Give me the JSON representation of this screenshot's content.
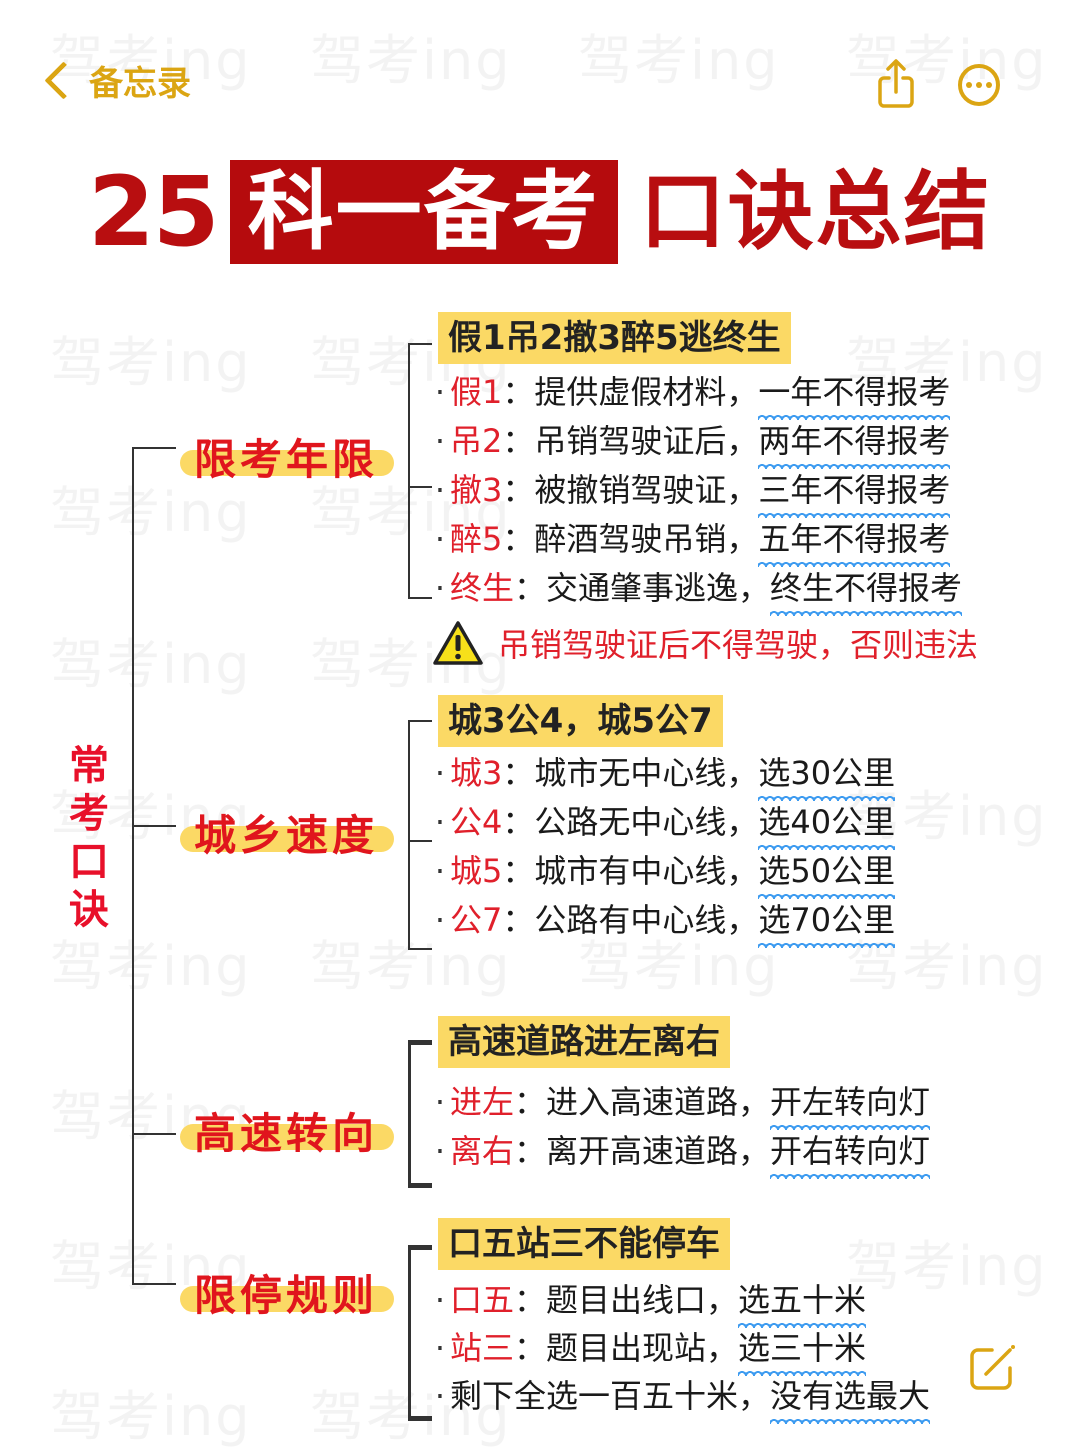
{
  "watermark": "驾考ing",
  "nav": {
    "back_label": "备忘录",
    "share_icon": "share-icon",
    "more_icon": "more-icon"
  },
  "title": {
    "number": "25",
    "highlight": "科一备考",
    "rest": "口诀总结"
  },
  "mindmap": {
    "root": "常考口诀",
    "branches": [
      {
        "category": "限考年限",
        "heading": "假1吊2撤3醉5逃终生",
        "items": [
          {
            "key": "假1",
            "sep": "：",
            "text": "提供虚假材料，",
            "answer": "一年不得报考"
          },
          {
            "key": "吊2",
            "sep": "：",
            "text": "吊销驾驶证后，",
            "answer": "两年不得报考"
          },
          {
            "key": "撤3",
            "sep": "：",
            "text": "被撤销驾驶证，",
            "answer": "三年不得报考"
          },
          {
            "key": "醉5",
            "sep": "：",
            "text": "醉酒驾驶吊销，",
            "answer": "五年不得报考"
          },
          {
            "key": "终生",
            "sep": "：",
            "text": "交通肇事逃逸，",
            "answer": "终生不得报考"
          }
        ],
        "warning": "吊销驾驶证后不得驾驶，否则违法"
      },
      {
        "category": "城乡速度",
        "heading": "城3公4，城5公7",
        "items": [
          {
            "key": "城3",
            "sep": "：",
            "text": "城市无中心线，",
            "answer": "选30公里"
          },
          {
            "key": "公4",
            "sep": "：",
            "text": "公路无中心线，",
            "answer": "选40公里"
          },
          {
            "key": "城5",
            "sep": "：",
            "text": "城市有中心线，",
            "answer": "选50公里"
          },
          {
            "key": "公7",
            "sep": "：",
            "text": "公路有中心线，",
            "answer": "选70公里"
          }
        ]
      },
      {
        "category": "高速转向",
        "heading": "高速道路进左离右",
        "items": [
          {
            "key": "进左",
            "sep": "：",
            "text": "进入高速道路，",
            "answer": "开左转向灯"
          },
          {
            "key": "离右",
            "sep": "：",
            "text": "离开高速道路，",
            "answer": "开右转向灯"
          }
        ]
      },
      {
        "category": "限停规则",
        "heading": "口五站三不能停车",
        "items": [
          {
            "key": "口五",
            "sep": "：",
            "text": "题目出线口，",
            "answer": "选五十米"
          },
          {
            "key": "站三",
            "sep": "：",
            "text": "题目出现站，",
            "answer": "选三十米"
          },
          {
            "key": "",
            "sep": "",
            "text": "剩下全选一百五十米，",
            "answer": "没有选最大"
          }
        ]
      }
    ]
  },
  "colors": {
    "accent_gold": "#dba513",
    "title_red": "#b80e10",
    "key_red": "#e0202b",
    "highlight_yellow": "#fbd965",
    "wavy_blue": "#3d9bf0"
  },
  "compose_icon": "compose-icon"
}
